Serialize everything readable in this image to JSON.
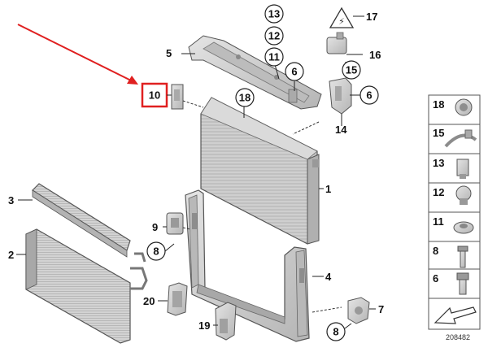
{
  "diagram_id": "208482",
  "highlight_label": "10",
  "callouts": {
    "c1": "1",
    "c2": "2",
    "c3": "3",
    "c4": "4",
    "c5": "5",
    "c6a": "6",
    "c6b": "6",
    "c7": "7",
    "c8a": "8",
    "c8b": "8",
    "c9": "9",
    "c11": "11",
    "c12": "12",
    "c13": "13",
    "c14": "14",
    "c15": "15",
    "c16": "16",
    "c17": "17",
    "c18": "18",
    "c19": "19",
    "c20": "20"
  },
  "legend": [
    "18",
    "15",
    "13",
    "12",
    "11",
    "8",
    "6"
  ],
  "colors": {
    "arrow": "#e02020",
    "highlight_box": "#e02020",
    "part_fill": "#c9c9c9",
    "part_dark": "#9a9a9a",
    "part_stroke": "#555555"
  }
}
